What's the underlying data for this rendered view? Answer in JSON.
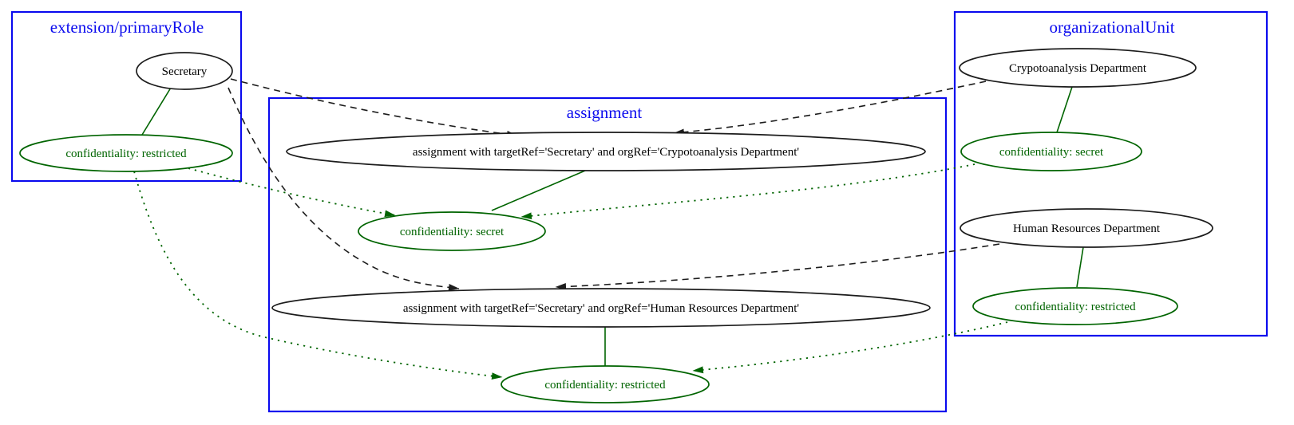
{
  "clusters": [
    {
      "title": "extension/primaryRole"
    },
    {
      "title": "assignment"
    },
    {
      "title": "organizationalUnit"
    }
  ],
  "nodes": {
    "secretary": "Secretary",
    "role_confidentiality": "confidentiality: restricted",
    "assignment_crypto": "assignment with targetRef='Secretary' and orgRef='Crypotoanalysis Department'",
    "assignment_crypto_confidentiality": "confidentiality: secret",
    "assignment_hr": "assignment with targetRef='Secretary' and orgRef='Human Resources Department'",
    "assignment_hr_confidentiality": "confidentiality: restricted",
    "crypto_department": "Crypotoanalysis Department",
    "crypto_confidentiality": "confidentiality: secret",
    "hr_department": "Human Resources Department",
    "hr_confidentiality": "confidentiality: restricted"
  },
  "colors": {
    "cluster_border": "#0b0bee",
    "cluster_title_text": "#0b0bee",
    "node_border": "#1c1c1c",
    "annotation_green": "#006400",
    "background": "#ffffff"
  }
}
